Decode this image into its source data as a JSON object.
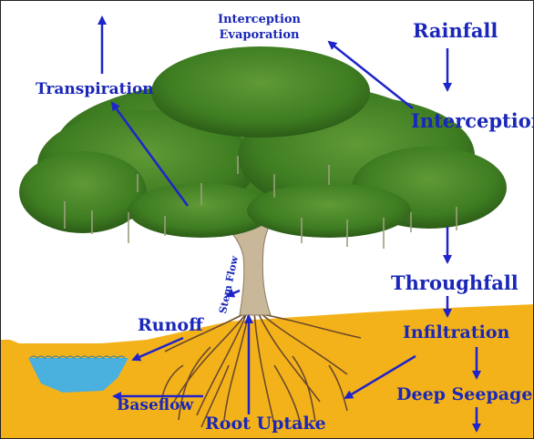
{
  "diagram": {
    "labels": {
      "interception_evaporation_line1": "Interception",
      "interception_evaporation_line2": "Evaporation",
      "rainfall": "Rainfall",
      "transpiration": "Transpiration",
      "interception": "Interception",
      "throughfall": "Throughfall",
      "stem_flow": "Stem Flow",
      "runoff": "Runoff",
      "infiltration": "Infiltration",
      "deep_seepage": "Deep Seepage",
      "baseflow": "Baseflow",
      "root_uptake": "Root Uptake"
    },
    "colors": {
      "label_text": "#1a27b8",
      "arrow": "#1f24c8",
      "soil": "#f4b21a",
      "water": "#4ab0de",
      "canopy": "#3f7d22",
      "trunk": "#c9b79a",
      "roots": "#6b4a2a"
    }
  }
}
